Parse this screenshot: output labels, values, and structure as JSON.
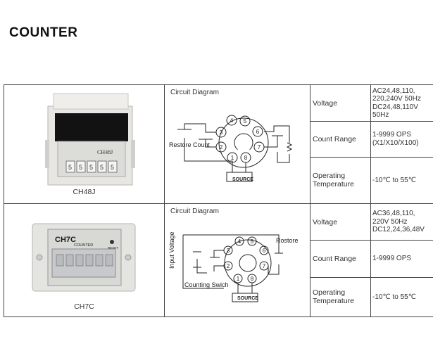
{
  "page": {
    "title": "COUNTER"
  },
  "products": [
    {
      "name": "CH48J",
      "device_label": "CH48J",
      "diagram_title": "Circuit Diagram",
      "diagram_labels": {
        "left1": "Restore",
        "left2": "Count",
        "source": "SOURCE"
      },
      "pins": [
        "1",
        "2",
        "3",
        "4",
        "5",
        "6",
        "7",
        "8"
      ],
      "specs": [
        {
          "label": "Voltage",
          "value": "AC24,48,110,\n220,240V  50Hz\nDC24,48,110V\n50Hz"
        },
        {
          "label": "Count Range",
          "value": "1-9999 OPS\n(X1/X10/X100)"
        },
        {
          "label": "Operating\nTemperature",
          "value": "-10℃ to 55℃"
        }
      ]
    },
    {
      "name": "CH7C",
      "device_label": "CH7C",
      "device_sublabel": "COUNTER",
      "device_reset": "RESET",
      "diagram_title": "Circuit Diagram",
      "diagram_labels": {
        "left": "Input Voltage",
        "right": "Rostore",
        "bottom": "Counting Swich",
        "source": "SOURCE"
      },
      "pins": [
        "1",
        "2",
        "3",
        "4",
        "5",
        "6",
        "7",
        "8"
      ],
      "specs": [
        {
          "label": "Voltage",
          "value": "AC36,48,110,\n220V  50Hz\nDC12,24,36,48V"
        },
        {
          "label": "Count Range",
          "value": "1-9999 OPS"
        },
        {
          "label": "Operating\nTemperature",
          "value": "-10℃ to 55℃"
        }
      ]
    }
  ]
}
